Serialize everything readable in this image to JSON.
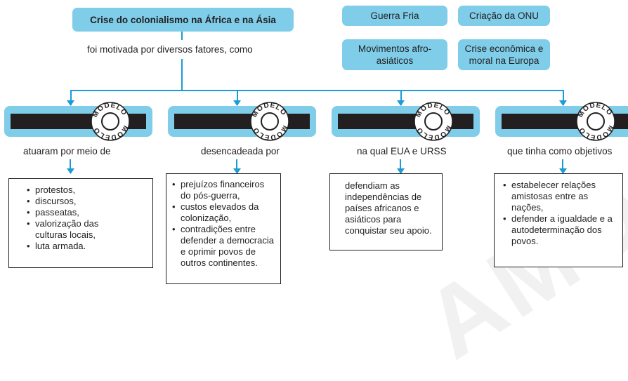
{
  "central": {
    "title": "Crise do colonialismo na África e na Ásia",
    "subtitle": "foi motivada por diversos fatores, como"
  },
  "factors": [
    {
      "label": "Guerra Fria"
    },
    {
      "label": "Criação da ONU"
    },
    {
      "label": "Movimentos afro-asiáticos"
    },
    {
      "label": "Crise econômica e moral na Europa"
    }
  ],
  "stamp": {
    "text": "MODELO"
  },
  "watermark": {
    "text": "AMOSTRA"
  },
  "branches": [
    {
      "connector": "atuaram por meio de",
      "items": [
        "protestos,",
        "discursos,",
        "passeatas,",
        "valorização das culturas locais,",
        "luta armada."
      ]
    },
    {
      "connector": "desencadeada por",
      "items": [
        "prejuízos financeiros do pós-guerra,",
        "custos elevados da colonização,",
        "contradições entre defender a democracia e oprimir povos de outros continentes."
      ]
    },
    {
      "connector": "na qual EUA e URSS",
      "text": "defendiam as independências de países africanos e asiáticos para conquistar seu apoio."
    },
    {
      "connector": "que tinha como objetivos",
      "items": [
        "estabelecer relações amistosas entre as nações,",
        "defender a igualdade e a autodeterminação dos povos."
      ]
    }
  ],
  "colors": {
    "box": "#7fcde9",
    "line": "#1b9bd7",
    "bar": "#231f20"
  }
}
